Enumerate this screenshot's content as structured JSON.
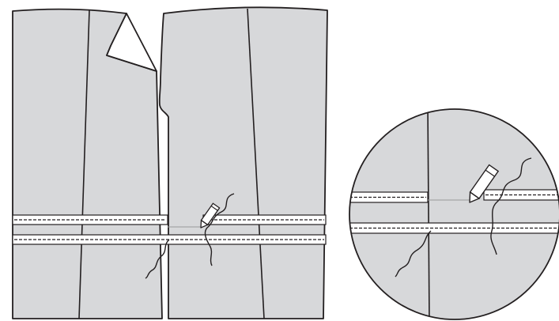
{
  "figure": {
    "panels": [
      {
        "id": "main",
        "content": "garment-back-with-tape-marking"
      },
      {
        "id": "detail",
        "content": "magnified-circle-detail"
      }
    ],
    "colors": {
      "fabric": "#d7d8da",
      "outline": "#231f20",
      "tape": "#ffffff",
      "background": "#ffffff",
      "guide_line": "#9a9a9a"
    },
    "icons": [
      "chalk-pencil-icon",
      "loose-thread-icon"
    ]
  }
}
